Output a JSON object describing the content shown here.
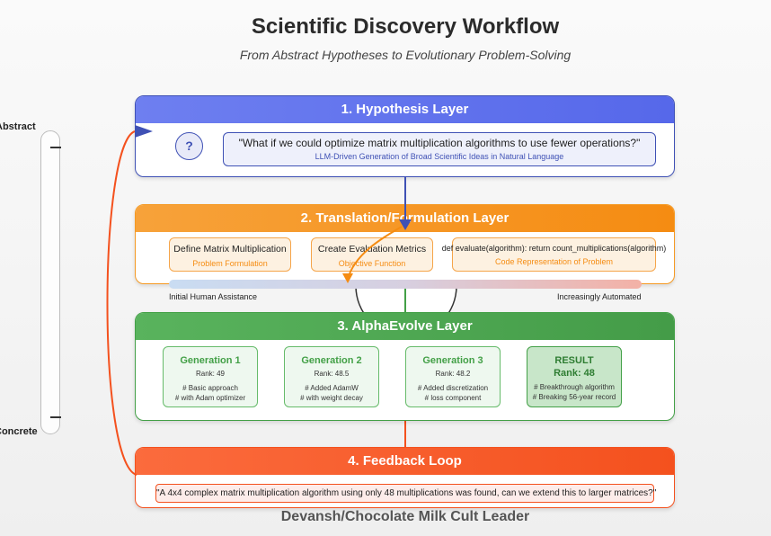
{
  "header": {
    "title": "Scientific Discovery Workflow",
    "subtitle": "From Abstract Hypotheses to Evolutionary Problem-Solving"
  },
  "scale": {
    "top_label": "Abstract",
    "bottom_label": "Concrete"
  },
  "layers": {
    "hypothesis": {
      "title": "1. Hypothesis Layer",
      "icon": "?",
      "quote": "\"What if we could optimize matrix multiplication algorithms to use fewer operations?\"",
      "caption": "LLM-Driven Generation of Broad Scientific Ideas in Natural Language"
    },
    "translation": {
      "title": "2. Translation/Formulation Layer",
      "boxes": [
        {
          "title": "Define Matrix Multiplication",
          "subtitle": "Problem Formulation"
        },
        {
          "title": "Create Evaluation Metrics",
          "subtitle": "Objective Function"
        },
        {
          "title": "def evaluate(algorithm): return count_multiplications(algorithm)",
          "subtitle": "Code Representation of Problem"
        }
      ],
      "gradient_left": "Initial Human Assistance",
      "gradient_right": "Increasingly Automated"
    },
    "alphaevolve": {
      "title": "3. AlphaEvolve Layer",
      "generations": [
        {
          "name": "Generation 1",
          "rank": "Rank: 49",
          "note1": "# Basic approach",
          "note2": "# with Adam optimizer"
        },
        {
          "name": "Generation 2",
          "rank": "Rank: 48.5",
          "note1": "# Added AdamW",
          "note2": "# with weight decay"
        },
        {
          "name": "Generation 3",
          "rank": "Rank: 48.2",
          "note1": "# Added discretization",
          "note2": "# loss component"
        },
        {
          "name": "RESULT",
          "rank": "Rank: 48",
          "note1": "# Breakthrough algorithm",
          "note2": "# Breaking 56-year record"
        }
      ]
    },
    "feedback": {
      "title": "4. Feedback Loop",
      "quote": "\"A 4x4 complex matrix multiplication algorithm using only 48 multiplications was found, can we extend this to larger matrices?\""
    }
  },
  "footer": {
    "credit": "Devansh/Chocolate Milk Cult Leader"
  },
  "colors": {
    "hypothesis": "#3f51b5",
    "translation": "#f59a23",
    "alphaevolve": "#43a047",
    "feedback": "#f4511e"
  }
}
